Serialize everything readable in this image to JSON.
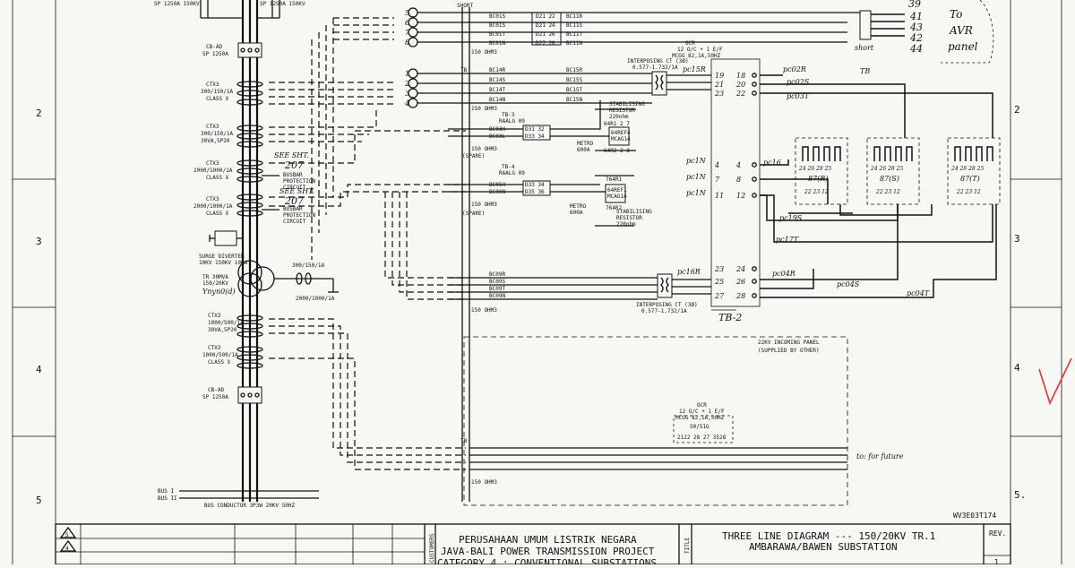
{
  "zones": {
    "left": [
      "2",
      "3",
      "4",
      "5"
    ],
    "right": [
      "2",
      "3",
      "4",
      "5."
    ]
  },
  "top_bits": {
    "cb_top_left": "SP 1250A 150KV",
    "cb_top_mid": "SP 1250A 150KV"
  },
  "left_equipment": [
    {
      "line1": "CB-AD",
      "line2": "SP 1250A"
    },
    {
      "line1": "CTX3",
      "line2": "300/150/1A",
      "line3": "CLASS X"
    },
    {
      "line1": "CTX3",
      "line2": "300/150/1A",
      "line3": "30VA,5P20"
    },
    {
      "line1": "CTX3",
      "line2": "2000/1000/1A",
      "line3": "CLASS X"
    },
    {
      "line1": "CTX3",
      "line2": "2000/1000/1A",
      "line3": "CLASS X"
    }
  ],
  "busbar": [
    {
      "hand": "SEE SHT.",
      "num": "207",
      "l1": "BUSBAR",
      "l2": "PROTECTION",
      "l3": "CIRCUIT"
    },
    {
      "hand": "SEE SHT.",
      "num": "207",
      "l1": "BUSBAR",
      "l2": "PROTECTION",
      "l3": "CIRCUIT"
    }
  ],
  "surge": {
    "l1": "SURGE DIVERTER",
    "l2": "10KV 150KV 10KA"
  },
  "transformer": {
    "l1": "TR 30MVA",
    "l2": "150/20KV",
    "hand": "Ynyn0(d)"
  },
  "ct_lower": [
    {
      "line1": "CTX3",
      "line2": "1000/500/1A",
      "line3": "30VA,5P20"
    },
    {
      "line1": "CTX3",
      "line2": "1000/500/1A",
      "line3": "CLASS X"
    },
    {
      "line1": "CB-AD",
      "line2": "SP 1250A"
    }
  ],
  "ct_neutral": {
    "a": "300/150/1A",
    "b": "2000/1000/1A"
  },
  "bus": {
    "l1": "BUS I",
    "l2": "BUS II",
    "conductor": "BUS CONDUCTOR 3P3W 20KV 50HZ"
  },
  "circles_top": [
    "5",
    "6",
    "7",
    "8"
  ],
  "circles_mid": [
    "1",
    "2",
    "3",
    "4"
  ],
  "short_label": "SHORT",
  "tb_labels": {
    "a": "TB",
    "b": "TB-3",
    "c": "TB-4",
    "c_sub": "RAALG 09",
    "top_sub": "RAALG 09",
    "d": "TB"
  },
  "top_rows": [
    "BC01S",
    "BC01S",
    "BC01T",
    "BC01N"
  ],
  "top_terms": [
    "D21 22",
    "D21 24",
    "D21 26",
    "D27 28"
  ],
  "top_right_rows": [
    "BC11R",
    "BC11S",
    "BC11T",
    "BC11N"
  ],
  "mid_rows": [
    "BC14R",
    "BC14S",
    "BC14T",
    "BC14N"
  ],
  "mid_rows2": [
    "BC15R",
    "BC15S",
    "BC15T",
    "BC15N"
  ],
  "tb3_rows": [
    "BC03H",
    "BC03L"
  ],
  "tb3_terms": [
    "D31 32",
    "D33 34"
  ],
  "tb4_rows": [
    "BC05H",
    "BC06N"
  ],
  "tb4_terms": [
    "D33 34",
    "D35 36"
  ],
  "low_rows": [
    "BC09R",
    "BC09S",
    "BC09T",
    "BC09N"
  ],
  "interposing": {
    "top": "INTERPOSING CT (3Ø)",
    "top_ratio": "0.577-1.732/1A",
    "low": "INTERPOSING CT (3Ø)",
    "low_ratio": "0.577-1.732/1A"
  },
  "ocr_top": {
    "l1": "OCR",
    "l2": "12 O/C + 1 E/F",
    "l3": "MCGG 82,1A,50HZ"
  },
  "spare": [
    "(SPARE)",
    "(SPARE)"
  ],
  "ohm": [
    "150 OHM3",
    "150 OHM3",
    "150 OHM3",
    "150 OHM3",
    "150 OHM3",
    "150 OHM3"
  ],
  "stab1": {
    "a": "64R1 2 7",
    "b": "STABILISING",
    "c": "RESISTOR",
    "d": "220ohm",
    "e": "64REF4",
    "f": "MCAG14",
    "g": "64R2 2 8",
    "metro": "METRO",
    "metro2": "600A"
  },
  "stab2": {
    "a": "764R1",
    "b": "64REF1",
    "c": "MCAG14",
    "d": "764R2",
    "e": "STABILISING",
    "f": "RESISTOR",
    "g": "220ohm",
    "metro": "METRO",
    "metro2": "600A"
  },
  "hand_labels": {
    "pc15r": "pc15R",
    "pc02r": "pc02R",
    "pc02s": "pc02S",
    "pc03t": "pc03T",
    "pc1n": "pc1N",
    "pc1n2": "pc1N",
    "pc1n3": "pc1N",
    "pc16r": "pc16R",
    "pc04r": "pc04R",
    "pc04s": "pc04S",
    "pc04t": "pc04T",
    "pc16": "pc16",
    "pc19s": "pc19S",
    "pc17t": "pc17T"
  },
  "tb2_rows": [
    [
      "19",
      "18"
    ],
    [
      "21",
      "20"
    ],
    [
      "23",
      "22"
    ],
    [
      "4",
      "4"
    ],
    [
      "7",
      "8"
    ],
    [
      "11",
      "12"
    ],
    [
      "23",
      "24"
    ],
    [
      "25",
      "26"
    ],
    [
      "27",
      "28"
    ]
  ],
  "tb2_label": "TB-2",
  "relays": [
    {
      "terms": "24 26 28 25",
      "label": "87(R)",
      "low": "22 23 12"
    },
    {
      "terms": "24 26 28 25",
      "label": "87(S)",
      "low": "22 23 12"
    },
    {
      "terms": "24 26 28 25",
      "label": "87(T)",
      "low": "22 23 12"
    }
  ],
  "top_hand": [
    "39",
    "41",
    "43",
    "42",
    "44"
  ],
  "to_avr": {
    "l1": "To",
    "l2": "AVR",
    "l3": "panel"
  },
  "short_tb": {
    "l1": "short",
    "l2": "TB"
  },
  "incoming": {
    "l1": "22KV INCOMING PANEL",
    "l2": "(SUPPLIED BY OTHER)"
  },
  "ocr_low": {
    "l1": "OCR",
    "l2": "12 O/C + 1 E/F",
    "l3": "MCGG 82,1A,50HZ",
    "l4": "50/51G",
    "l5": "2122 28 27 3528"
  },
  "for_future": "to: for future",
  "drawing_no": "WV3E03T174",
  "title_block": {
    "rev_cells": [
      "5",
      "4"
    ],
    "customers": "CUSTOMERS",
    "company": "PERUSAHAAN UMUM LISTRIK NEGARA",
    "project": "JAVA-BALI POWER TRANSMISSION PROJECT",
    "category": "CATEGORY 4 : CONVENTIONAL SUBSTATIONS",
    "title_tag": "TITLE",
    "title1": "THREE LINE DIAGRAM --- 150/20KV TR.1",
    "title2": "AMBARAWA/BAWEN SUBSTATION",
    "rev": "REV.",
    "rev_num": "1"
  }
}
